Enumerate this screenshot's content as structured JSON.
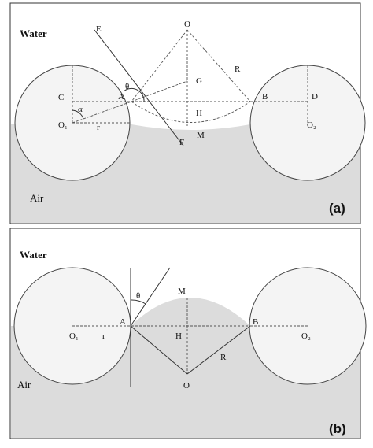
{
  "panel_a": {
    "medium_top": "Water",
    "medium_bottom": "Air",
    "tag": "(a)",
    "points": {
      "O": "O",
      "E": "E",
      "R": "R",
      "G": "G",
      "theta": "θ",
      "C": "C",
      "A": "A",
      "B": "B",
      "D": "D",
      "alpha": "α",
      "H": "H",
      "O1": "O₁",
      "r": "r",
      "O2": "O₂",
      "M": "M",
      "F": "F"
    }
  },
  "panel_b": {
    "medium_top": "Water",
    "medium_bottom": "Air",
    "tag": "(b)",
    "points": {
      "theta": "θ",
      "M": "M",
      "A": "A",
      "B": "B",
      "O1": "O₁",
      "r": "r",
      "H": "H",
      "O2": "O₂",
      "R": "R",
      "O": "O"
    }
  },
  "colors": {
    "air_fill": "#dcdcdc",
    "water_fill": "#ffffff",
    "particle_fill": "#f4f4f4",
    "border": "#333333"
  }
}
